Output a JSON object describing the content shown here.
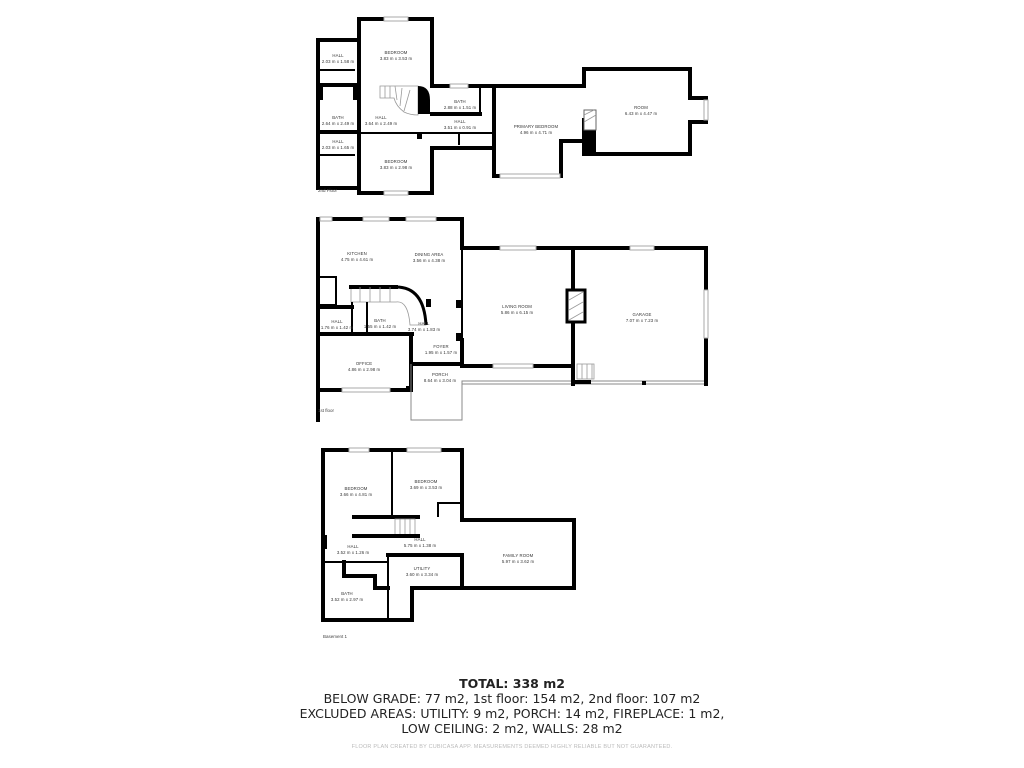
{
  "floors": [
    {
      "name": "2nd Floor",
      "rooms": [
        {
          "name": "BEDROOM",
          "dim": "3.83 m x 3.53 m"
        },
        {
          "name": "HALL",
          "dim": "2.03 m x 1.58 m"
        },
        {
          "name": "BATH",
          "dim": "2.64 m x 2.49 m"
        },
        {
          "name": "HALL",
          "dim": "3.64 m x 2.49 m"
        },
        {
          "name": "HALL",
          "dim": "2.03 m x 1.65 m"
        },
        {
          "name": "BEDROOM",
          "dim": "3.83 m x 2.98 m"
        },
        {
          "name": "BATH",
          "dim": "2.88 m x 1.51 m"
        },
        {
          "name": "HALL",
          "dim": "3.51 m x 0.91 m"
        },
        {
          "name": "PRIMARY BEDROOM",
          "dim": "4.96 m x 4.71 m"
        },
        {
          "name": "ROOM",
          "dim": "6.43 m x 4.47 m"
        }
      ]
    },
    {
      "name": "1st floor",
      "rooms": [
        {
          "name": "KITCHEN",
          "dim": "4.75 m x 4.61 m"
        },
        {
          "name": "DINING AREA",
          "dim": "3.56 m x 4.38 m"
        },
        {
          "name": "HALL",
          "dim": "1.76 m x 1.42 m"
        },
        {
          "name": "BATH",
          "dim": "1.55 m x 1.42 m"
        },
        {
          "name": "HALL",
          "dim": "3.74 m x 1.83 m"
        },
        {
          "name": "FOYER",
          "dim": "1.95 m x 1.57 m"
        },
        {
          "name": "OFFICE",
          "dim": "4.86 m x 2.98 m"
        },
        {
          "name": "PORCH",
          "dim": "8.64 m x 3.04 m"
        },
        {
          "name": "LIVING ROOM",
          "dim": "5.86 m x 6.15 m"
        },
        {
          "name": "GARAGE",
          "dim": "7.07 m x 7.23 m"
        }
      ]
    },
    {
      "name": "Basement 1",
      "rooms": [
        {
          "name": "BEDROOM",
          "dim": "3.66 m x 4.81 m"
        },
        {
          "name": "BEDROOM",
          "dim": "3.69 m x 3.53 m"
        },
        {
          "name": "HALL",
          "dim": "5.75 m x 1.38 m"
        },
        {
          "name": "HALL",
          "dim": "3.52 m x 1.26 m"
        },
        {
          "name": "UTILITY",
          "dim": "3.60 m x 3.34 m"
        },
        {
          "name": "BATH",
          "dim": "3.52 m x 2.97 m"
        },
        {
          "name": "FAMILY ROOM",
          "dim": "5.97 m x 3.62 m"
        }
      ]
    }
  ],
  "summary": {
    "total": "TOTAL: 338 m2",
    "line1": "BELOW GRADE: 77 m2, 1st floor: 154 m2, 2nd floor: 107 m2",
    "line2": "EXCLUDED AREAS: UTILITY: 9 m2, PORCH: 14 m2, FIREPLACE: 1 m2,",
    "line3": "LOW CEILING: 2 m2, WALLS: 28 m2",
    "footer": "FLOOR PLAN CREATED BY CUBICASA APP. MEASUREMENTS DEEMED HIGHLY RELIABLE BUT NOT GUARANTEED."
  }
}
